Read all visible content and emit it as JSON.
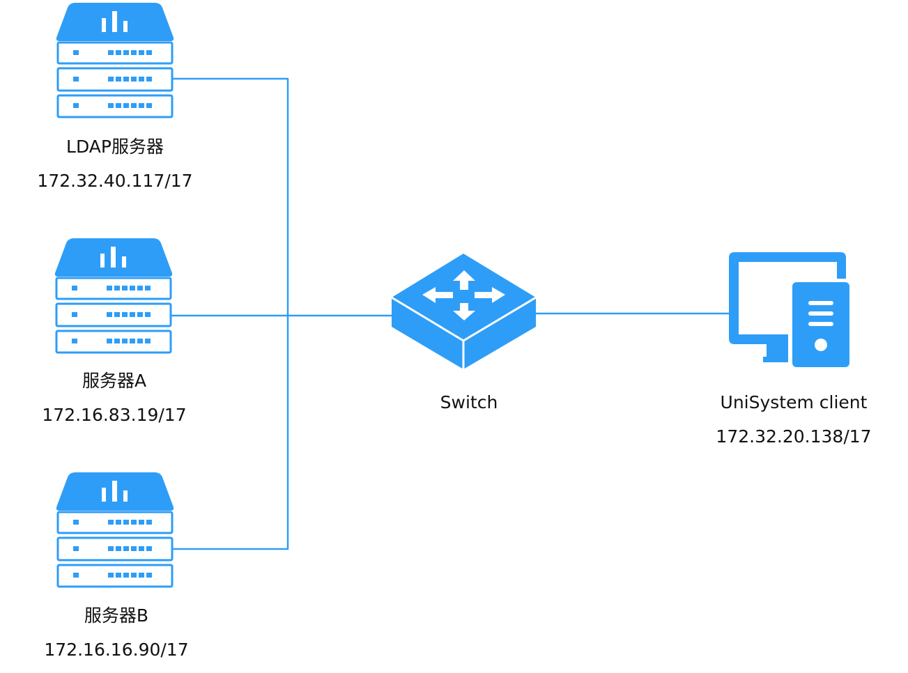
{
  "colors": {
    "accent": "#2E9DF7",
    "line": "#2E9DF7",
    "text": "#111111",
    "background": "#ffffff"
  },
  "nodes": {
    "ldap_server": {
      "name": "LDAP服务器",
      "ip": "172.32.40.117/17",
      "icon": "server-icon"
    },
    "server_a": {
      "name": "服务器A",
      "ip": "172.16.83.19/17",
      "icon": "server-icon"
    },
    "server_b": {
      "name": "服务器B",
      "ip": "172.16.16.90/17",
      "icon": "server-icon"
    },
    "switch": {
      "name": "Switch",
      "icon": "switch-icon"
    },
    "client": {
      "name": "UniSystem client",
      "ip": "172.32.20.138/17",
      "icon": "desktop-computer-icon"
    }
  },
  "connections": [
    {
      "from": "ldap_server",
      "to": "switch"
    },
    {
      "from": "server_a",
      "to": "switch"
    },
    {
      "from": "server_b",
      "to": "switch"
    },
    {
      "from": "switch",
      "to": "client"
    }
  ]
}
